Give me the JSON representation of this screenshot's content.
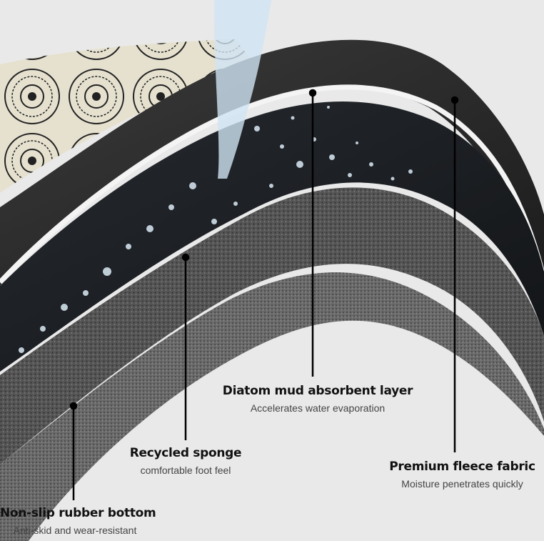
{
  "colors": {
    "background": "#e9e9e9",
    "fleece": "#2b2b2b",
    "diatom": "#1f2226",
    "sponge": "#4f4f4f",
    "rubber": "#3a3a3a",
    "pattern_fabric": "#e6e1cf",
    "water": "#cfe3f2",
    "leader_line": "#000000"
  },
  "callouts": {
    "diatom": {
      "title": "Diatom mud absorbent layer",
      "subtitle": "Accelerates water evaporation"
    },
    "sponge": {
      "title": "Recycled sponge",
      "subtitle": "comfortable foot feel"
    },
    "fleece": {
      "title": "Premium fleece fabric",
      "subtitle": "Moisture penetrates quickly"
    },
    "rubber": {
      "title": "Non-slip rubber bottom",
      "subtitle": "Anti-skid and wear-resistant"
    }
  }
}
